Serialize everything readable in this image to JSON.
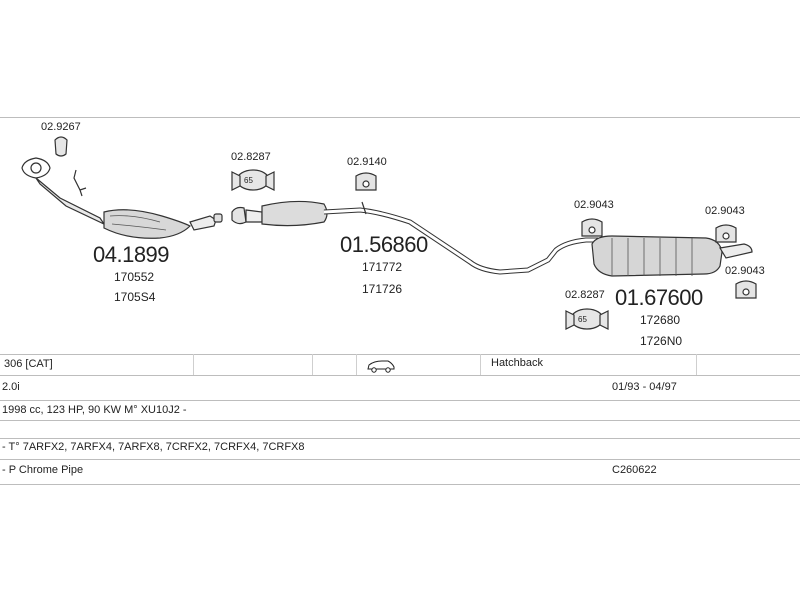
{
  "parts": {
    "downpipe": {
      "part_no": "04.1899",
      "refs": [
        "170552",
        "1705S4"
      ]
    },
    "downpipe_clamp": {
      "part_no": "02.9267"
    },
    "front_clamp": {
      "part_no": "02.8287"
    },
    "mount_a": {
      "part_no": "02.9140"
    },
    "middle_pipe": {
      "part_no": "01.56860",
      "refs": [
        "171772",
        "171726"
      ]
    },
    "rear_mount_left": {
      "part_no": "02.9043"
    },
    "rear_mount_right": {
      "part_no": "02.9043"
    },
    "rear_mount_lower": {
      "part_no": "02.9043"
    },
    "rear_clamp": {
      "part_no": "02.8287"
    },
    "rear_silencer": {
      "part_no": "01.67600",
      "refs": [
        "172680",
        "1726N0"
      ]
    }
  },
  "clamp_text": "65",
  "vehicle": {
    "model": "306  [CAT]",
    "body_icon": "car-icon",
    "body": "Hatchback",
    "engine": "2.0i",
    "years": "01/93 - 04/97",
    "spec": "1998 cc, 123 HP, 90 KW M° XU10J2 -",
    "types": "- T° 7ARFX2, 7ARFX4, 7ARFX8, 7CRFX2, 7CRFX4, 7CRFX8",
    "option": "- P Chrome Pipe",
    "option_code": "C260622"
  }
}
